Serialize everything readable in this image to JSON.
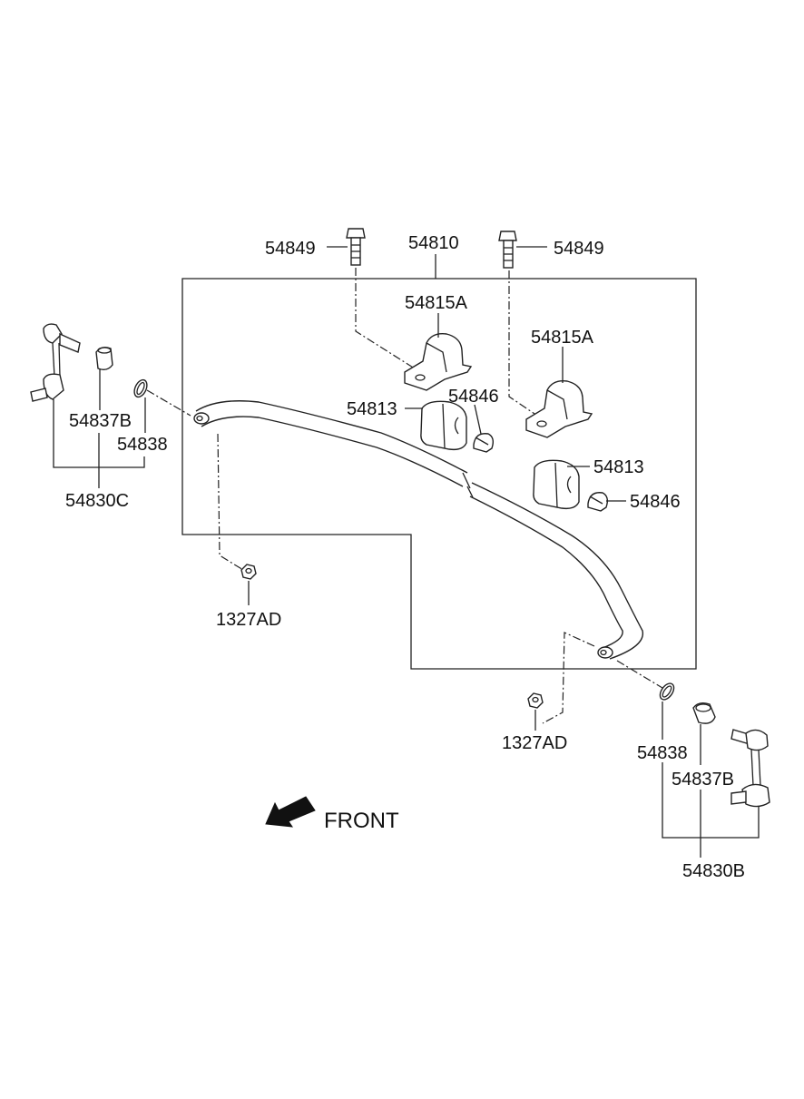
{
  "labels": {
    "bolt_left": "54849",
    "assembly": "54810",
    "bolt_right": "54849",
    "bracket_left": "54815A",
    "bracket_right": "54815A",
    "bushing_left": "54813",
    "clip_left": "54846",
    "bushing_right": "54813",
    "clip_right": "54846",
    "link_left_bush": "54837B",
    "link_left_ring": "54838",
    "link_left_assy": "54830C",
    "nut_left": "1327AD",
    "nut_right": "1327AD",
    "link_right_ring": "54838",
    "link_right_bush": "54837B",
    "link_right_assy": "54830B",
    "front": "FRONT"
  },
  "icons": {
    "front_arrow": "arrow-down-left-icon"
  }
}
